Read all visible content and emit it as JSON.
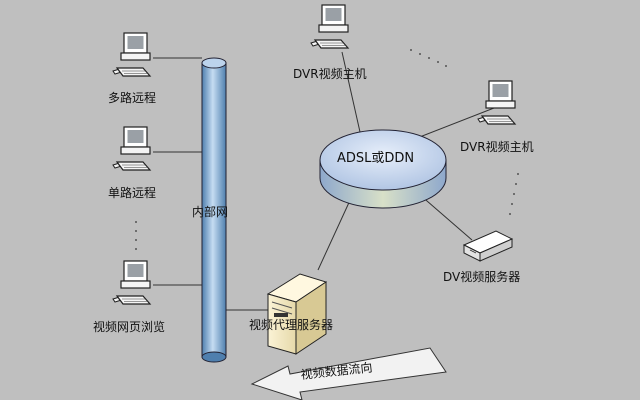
{
  "labels": {
    "multi_remote": "多路远程",
    "single_remote": "单路远程",
    "web_browse": "视频网页浏览",
    "intranet": "内部网",
    "adsl_ddn": "ADSL或DDN",
    "dvr_host_top": "DVR视频主机",
    "dvr_host_right": "DVR视频主机",
    "dv_server": "DV视频服务器",
    "proxy_server": "视频代理服务器",
    "data_flow": "视频数据流向"
  },
  "colors": {
    "background": "#bfbfbf",
    "intranet_pipe": "#8fb4d8",
    "cloud_top": "#c6d6ec",
    "arrow_fill": "#f2f2f2"
  }
}
